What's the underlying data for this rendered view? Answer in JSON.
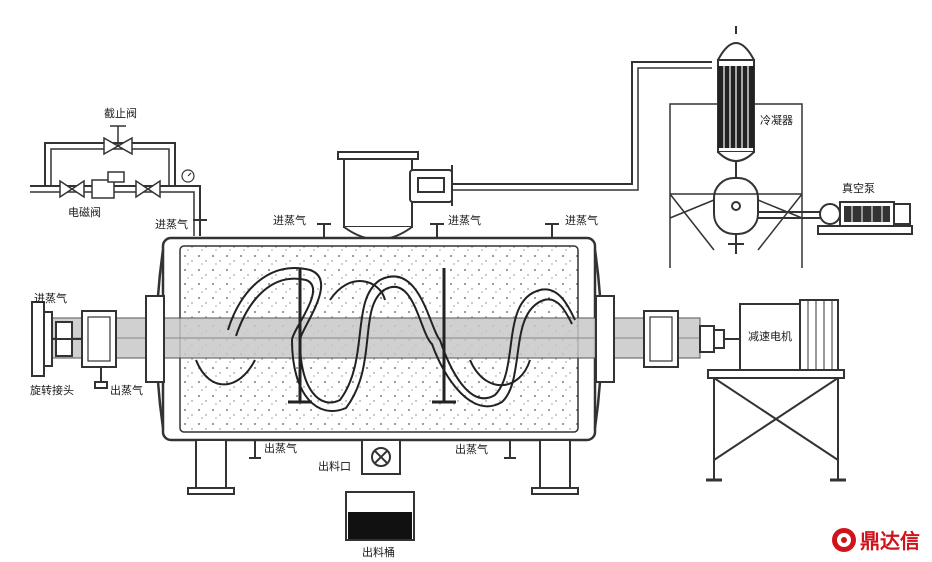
{
  "labels": {
    "stop_valve": "截止阀",
    "solenoid_valve": "电磁阀",
    "steam_in": "进蒸气",
    "steam_out": "出蒸气",
    "rotary_joint": "旋转接头",
    "condenser": "冷凝器",
    "vacuum_pump": "真空泵",
    "gear_motor": "减速电机",
    "discharge_port": "出料口",
    "discharge_bucket": "出料桶"
  },
  "brand": {
    "name": "鼎达信"
  },
  "colors": {
    "line": "#333333",
    "shaft": "#c8c8c8",
    "brand": "#d0121b"
  }
}
